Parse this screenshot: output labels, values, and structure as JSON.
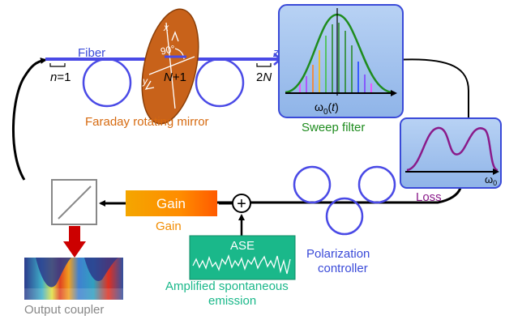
{
  "fiber": {
    "label": "Fiber",
    "axis_z": "z",
    "index_1_var": "n",
    "index_1_rest": "=1",
    "index_mid_var": "N",
    "index_mid_rest": "+1",
    "index_end_num": "2",
    "index_end_var": "N"
  },
  "mirror": {
    "label": "Faraday rotating mirror",
    "axis_x": "x",
    "axis_y": "y",
    "angle": "90°",
    "color": "#c8621a"
  },
  "sweep_filter": {
    "label": "Sweep filter",
    "omega_symbol": "ω",
    "omega_sub": "0",
    "omega_open": "(",
    "omega_var": "t",
    "omega_close": ")",
    "panel_color": "#a9c6f0",
    "curve_color": "#1e8c1e"
  },
  "loss": {
    "label": "Loss",
    "omega_symbol": "ω",
    "omega_sub": "0",
    "curve_color": "#8a1a8a"
  },
  "gain": {
    "box_label": "Gain",
    "label": "Gain",
    "color": "#f28c00"
  },
  "ase": {
    "box_label": "ASE",
    "label_line1": "Amplified spontaneous",
    "label_line2": "emission",
    "color": "#1ab88a"
  },
  "polarization": {
    "label_line1": "Polarization",
    "label_line2": "controller"
  },
  "combiner": {
    "symbol": "+"
  },
  "output": {
    "label": "Output coupler"
  },
  "colors": {
    "fiber_blue": "#4a4ae6",
    "text_blue": "#3a4ad8",
    "arrow_red": "#cc0000"
  }
}
